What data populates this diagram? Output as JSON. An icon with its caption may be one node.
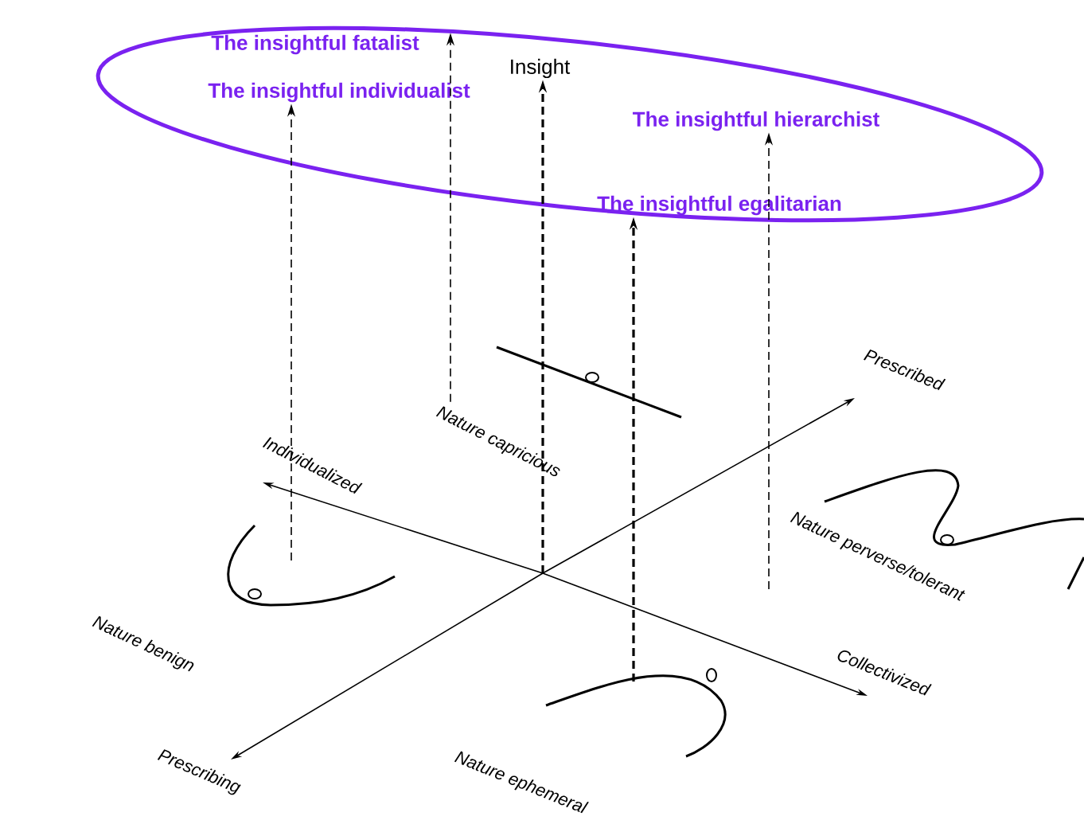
{
  "diagram": {
    "nodes": [
      {
        "text": [],
        "shape": "ellipse"
      },
      {
        "text": [
          "The insightful fatalist"
        ],
        "in": 0
      },
      {
        "text": [
          "The insightful individualist"
        ],
        "in": 0
      },
      {
        "text": [
          "Insight"
        ],
        "in": 0
      },
      {
        "text": [
          "The insightful hierarchist"
        ],
        "in": 0
      },
      {
        "text": [
          "The insightful egalitarian"
        ],
        "in": 0
      },
      {
        "text": [
          "Nature capricious"
        ]
      }
    ],
    "edges": [
      {
        "from": 6,
        "to": 1,
        "arrow": "to",
        "style": "dashed"
      },
      {
        "from": null,
        "to": 2,
        "arrow": "to",
        "style": "dashed"
      },
      {
        "from": null,
        "to": 3,
        "arrow": "to",
        "style": "dashed"
      },
      {
        "from": null,
        "to": 4,
        "arrow": "to",
        "style": "dashed"
      },
      {
        "from": null,
        "to": 5,
        "arrow": "to",
        "style": "dashed"
      }
    ],
    "labels": [
      "Prescribed",
      "Individualized",
      "Nature perverse/tolerant",
      "Nature benign",
      "Collectivized",
      "Prescribing",
      "Nature ephemeral"
    ]
  }
}
